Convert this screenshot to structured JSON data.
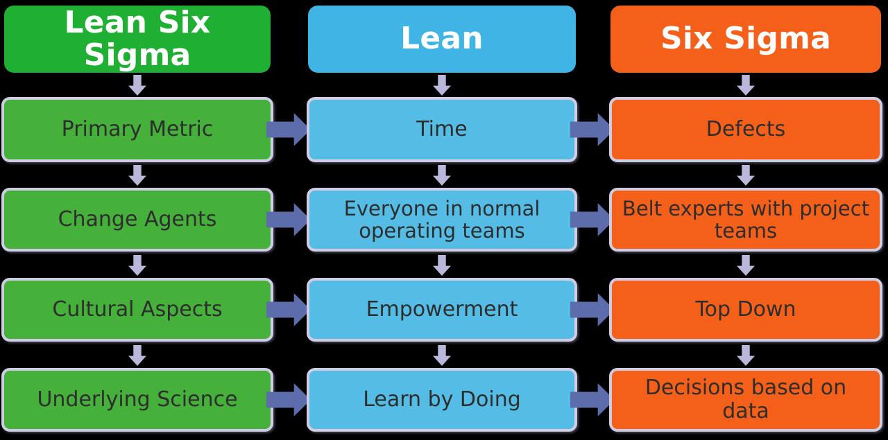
{
  "diagram": {
    "title": "Lean Six Sigma vs Lean vs Six Sigma comparison",
    "colors": {
      "header_green": "#1faf33",
      "header_blue": "#3fb4e5",
      "header_orange": "#f4601a",
      "cell_green": "#45b03a",
      "cell_blue": "#55bde5",
      "cell_orange": "#f4601a",
      "cell_border": "#cfcde4",
      "down_arrow": "#b9b8da",
      "right_arrow": "#5d6cab",
      "header_text": "#ffffff",
      "cell_text": "#2d2d2d",
      "background": "#000000"
    }
  },
  "columns": [
    {
      "id": "lean-six-sigma",
      "header": "Lean Six Sigma"
    },
    {
      "id": "lean",
      "header": "Lean"
    },
    {
      "id": "six-sigma",
      "header": "Six Sigma"
    }
  ],
  "rows": [
    {
      "id": "primary-metric",
      "aspect": "Primary Metric",
      "lean": "Time",
      "six_sigma": "Defects"
    },
    {
      "id": "change-agents",
      "aspect": "Change Agents",
      "lean": "Everyone in normal operating teams",
      "six_sigma": "Belt experts with project teams"
    },
    {
      "id": "cultural-aspects",
      "aspect": "Cultural Aspects",
      "lean": "Empowerment",
      "six_sigma": "Top Down"
    },
    {
      "id": "underlying-science",
      "aspect": "Underlying Science",
      "lean": "Learn by Doing",
      "six_sigma": "Decisions based on data"
    }
  ],
  "arrows": {
    "down_icon": "arrow-down-icon",
    "right_icon": "arrow-right-icon"
  }
}
